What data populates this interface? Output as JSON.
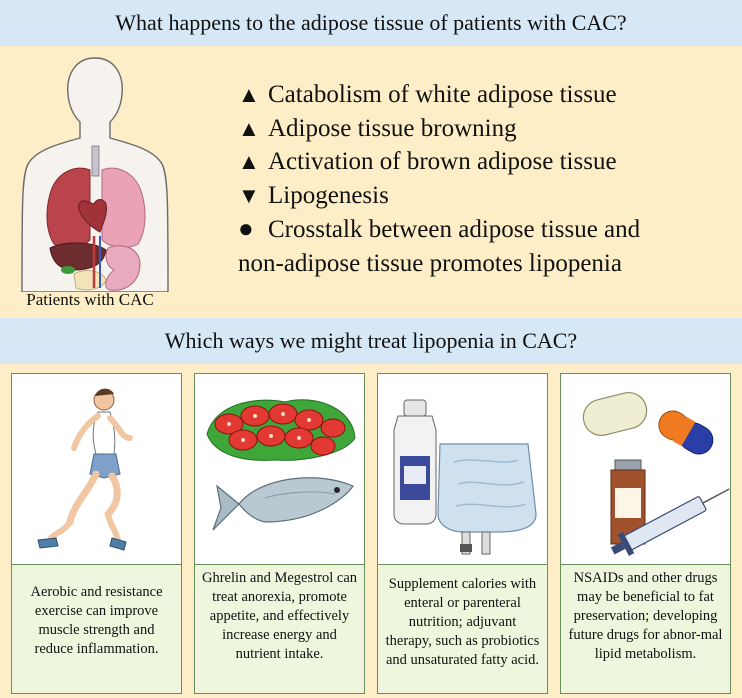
{
  "header": {
    "title": "What happens to the adipose tissue of patients with CAC?"
  },
  "patient": {
    "caption": "Patients with CAC"
  },
  "effects": [
    {
      "symbol": "▲",
      "text": "Catabolism of white adipose tissue"
    },
    {
      "symbol": "▲",
      "text": "Adipose tissue browning"
    },
    {
      "symbol": "▲",
      "text": "Activation of brown adipose tissue"
    },
    {
      "symbol": "▼",
      "text": "Lipogenesis"
    },
    {
      "symbol": "●",
      "text": "Crosstalk between adipose tissue and"
    }
  ],
  "effects_continuation": "non-adipose tissue promotes lipopenia",
  "treatment": {
    "title": "Which ways we might treat lipopenia in CAC?",
    "cards": [
      {
        "text": "Aerobic and resistance exercise can improve muscle strength and reduce inflammation."
      },
      {
        "text": "Ghrelin and Megestrol can treat anorexia, promote appetite, and effectively increase energy and nutrient intake."
      },
      {
        "text": "Supplement calories with enteral or parenteral nutrition; adjuvant therapy, such as probiotics and unsaturated fatty acid."
      },
      {
        "text": "NSAIDs and other drugs may be beneficial to fat preservation; developing future drugs for abnor-mal lipid metabolism."
      }
    ]
  },
  "colors": {
    "band": "#d6e7f5",
    "panel": "#fdeec7",
    "card_text_bg": "#eef7dd",
    "card_border": "#6a8e5a"
  }
}
